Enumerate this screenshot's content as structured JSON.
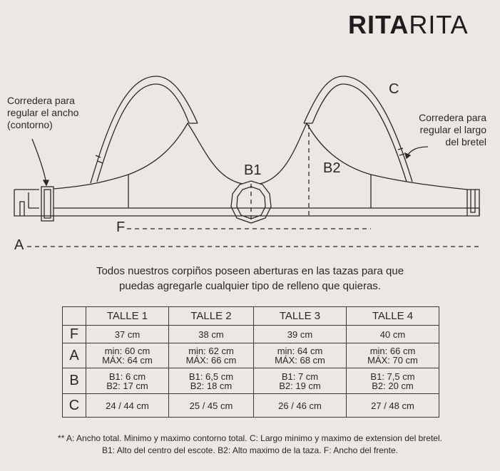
{
  "brand": {
    "bold": "RITA",
    "light": "RITA"
  },
  "diagram": {
    "note_left": [
      "Corredera para",
      "regular el ancho",
      "(contorno)"
    ],
    "note_right": [
      "Corredera para",
      "regular el largo",
      "del bretel"
    ],
    "labels": {
      "c": "C",
      "b1": "B1",
      "b2": "B2",
      "f": "F",
      "a": "A"
    }
  },
  "description": [
    "Todos nuestros corpiños poseen aberturas en las tazas para que",
    "puedas agregarle cualquier tipo de relleno que quieras."
  ],
  "table": {
    "headers": [
      "TALLE 1",
      "TALLE 2",
      "TALLE 3",
      "TALLE 4"
    ],
    "rows": [
      {
        "key": "F",
        "cells": [
          [
            "37 cm"
          ],
          [
            "38 cm"
          ],
          [
            "39 cm"
          ],
          [
            "40 cm"
          ]
        ]
      },
      {
        "key": "A",
        "cells": [
          [
            "min: 60 cm",
            "MÁX: 64 cm"
          ],
          [
            "min: 62 cm",
            "MÁX: 66 cm"
          ],
          [
            "min: 64 cm",
            "MÁX: 68 cm"
          ],
          [
            "min: 66 cm",
            "MÁX: 70 cm"
          ]
        ]
      },
      {
        "key": "B",
        "cells": [
          [
            "B1: 6 cm",
            "B2: 17 cm"
          ],
          [
            "B1: 6,5 cm",
            "B2: 18 cm"
          ],
          [
            "B1: 7 cm",
            "B2: 19 cm"
          ],
          [
            "B1: 7,5 cm",
            "B2: 20 cm"
          ]
        ]
      },
      {
        "key": "C",
        "cells": [
          [
            "24 / 44 cm"
          ],
          [
            "25 / 45 cm"
          ],
          [
            "26 / 46 cm"
          ],
          [
            "27 / 48 cm"
          ]
        ]
      }
    ]
  },
  "footnote": [
    "** A: Ancho total. Minimo y maximo contorno total.  C: Largo minimo y maximo de extension del bretel.",
    "B1: Alto del centro del escote.  B2: Alto maximo de la taza.  F: Ancho del frente."
  ]
}
